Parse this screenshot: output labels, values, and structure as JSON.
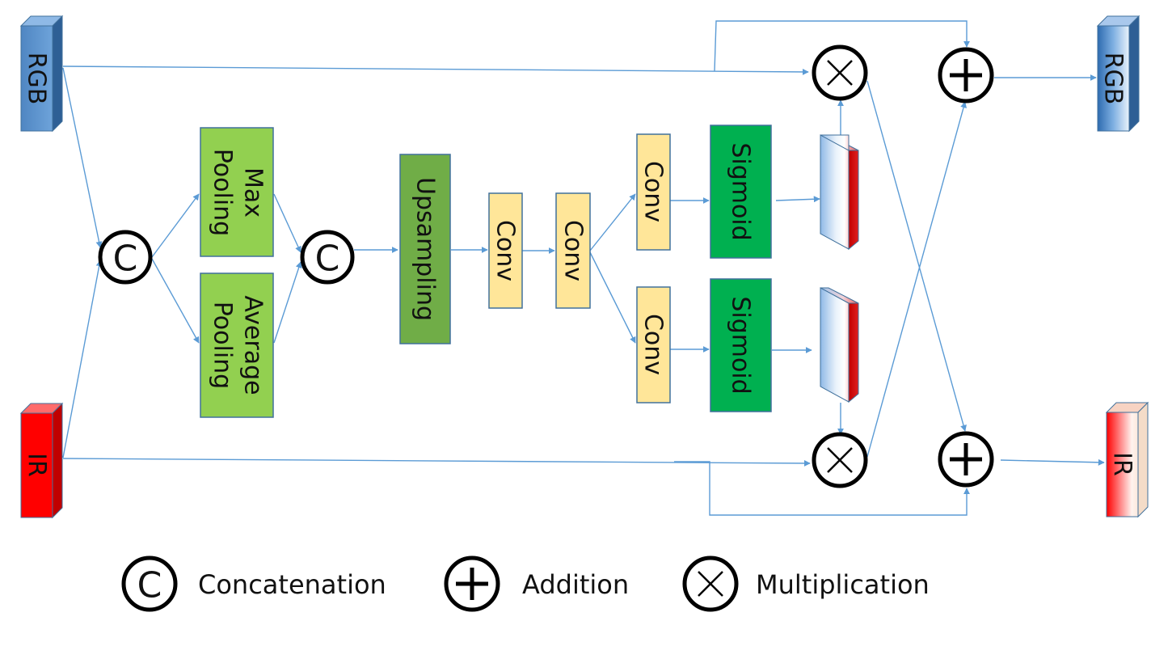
{
  "inputs": {
    "rgb": "RGB",
    "ir": "IR"
  },
  "outputs": {
    "rgb": "RGB",
    "ir": "IR"
  },
  "operators": {
    "concat_symbol": "C"
  },
  "blocks": {
    "max_pooling": {
      "line1": "Max",
      "line2": "Pooling"
    },
    "average_pooling": {
      "line1": "Average",
      "line2": "Pooling"
    },
    "upsampling": "Upsampling",
    "conv1": "Conv",
    "conv2": "Conv",
    "conv_top": "Conv",
    "conv_bottom": "Conv",
    "sigmoid_top": "Sigmoid",
    "sigmoid_bottom": "Sigmoid"
  },
  "legend": {
    "concat_symbol": "C",
    "concatenation": "Concatenation",
    "addition": "Addition",
    "multiplication": "Multiplication"
  },
  "colors": {
    "wire": "#5b9bd5",
    "rgb_blue": "#5b9bd5",
    "ir_red": "#ff0000",
    "pooling_green": "#92d050",
    "upsampling_green": "#70ad47",
    "conv_yellow": "#ffe699",
    "sigmoid_green": "#00b050"
  }
}
